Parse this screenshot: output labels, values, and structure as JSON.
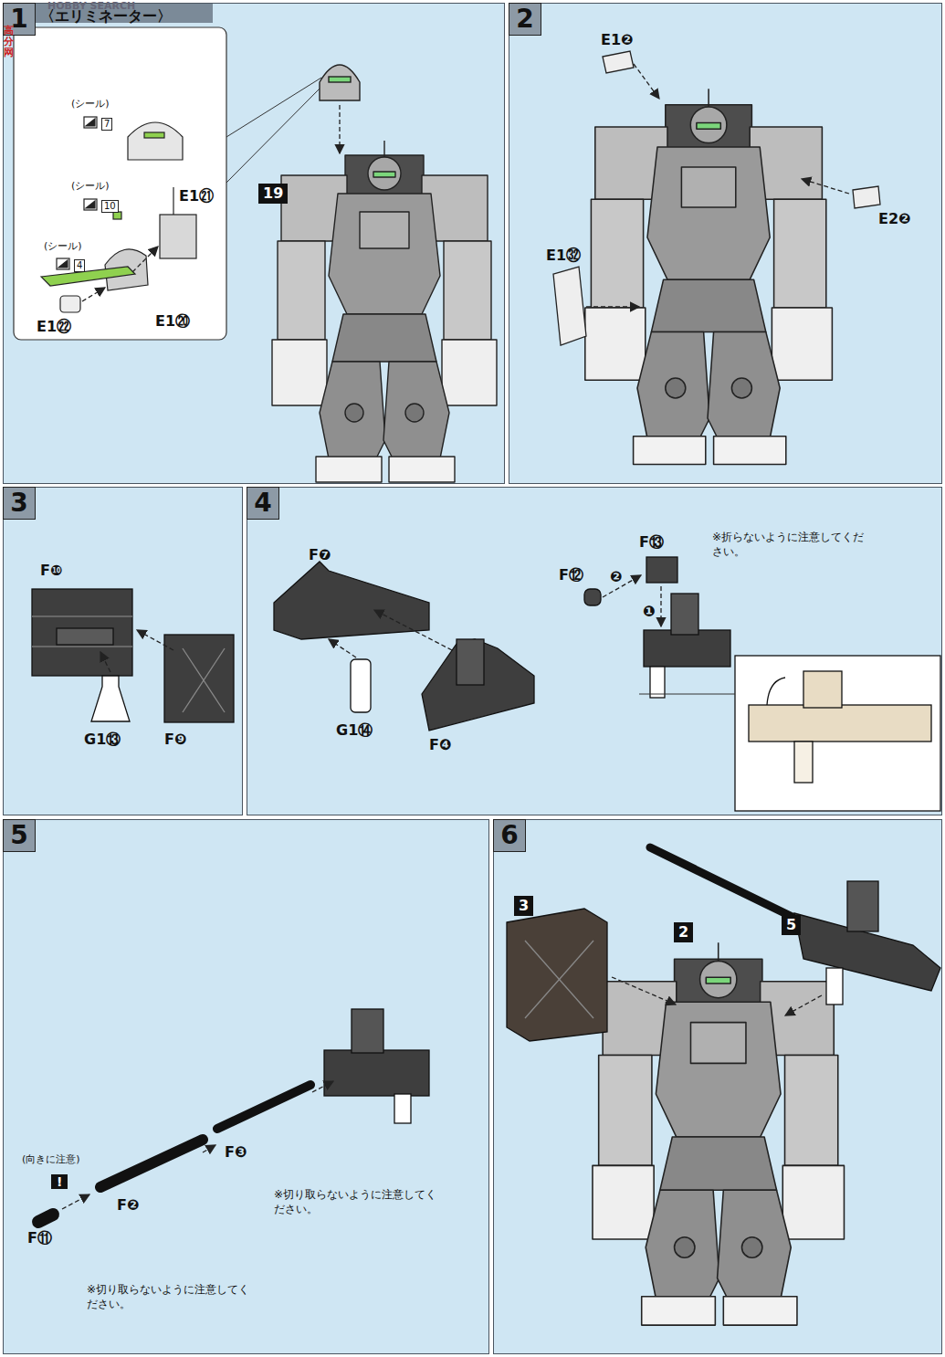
{
  "diagram": {
    "nodes": [
      {
        "text": [
          "1",
          "〈エリミネーター〉"
        ]
      },
      {
        "text": [
          "7"
        ],
        "in": 0
      },
      {
        "text": [
          "10"
        ],
        "in": 0
      },
      {
        "text": [
          "4"
        ],
        "in": 0
      },
      {
        "text": [
          "19"
        ],
        "in": 0
      },
      {
        "text": [
          "2"
        ]
      },
      {
        "text": [
          "3"
        ]
      },
      {
        "text": [
          "4"
        ]
      },
      {
        "text": [
          "5"
        ]
      },
      {
        "text": [
          "6"
        ]
      },
      {
        "text": [
          "3"
        ],
        "in": 9
      },
      {
        "text": [
          "2"
        ],
        "in": 9
      },
      {
        "text": [
          "5"
        ],
        "in": 9
      }
    ],
    "labels": [
      "HOBBY SEARCH",
      "高分网",
      "(シール)",
      "(シール)",
      "(シール)",
      "E1㉑",
      "E1⑳",
      "E1㉒",
      "E1❷",
      "E2❷",
      "E1㉜",
      "F❿",
      "G1⑬",
      "F❾",
      "F❼",
      "G1⑭",
      "F❹",
      "F⑬",
      "F⑫",
      "❷",
      "❶",
      "※折らないように注意してください。",
      "(向きに注意)",
      "!",
      "F⑪",
      "F❷",
      "F❸",
      "※切り取らないように注意してください。",
      "※切り取らないように注意してください。"
    ]
  }
}
